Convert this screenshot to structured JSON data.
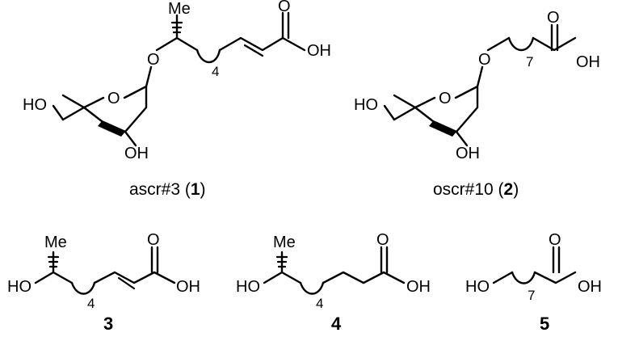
{
  "compounds": [
    {
      "name": "ascr#3",
      "number": "1",
      "atoms": {
        "me": "Me",
        "o_link": "O",
        "o_ring": "O",
        "ho_left": "HO",
        "oh_bottom": "OH",
        "o_carbonyl": "O",
        "oh_acid": "OH",
        "repeat": "4"
      }
    },
    {
      "name": "oscr#10",
      "number": "2",
      "atoms": {
        "o_link": "O",
        "o_ring": "O",
        "ho_left": "HO",
        "oh_bottom": "OH",
        "o_carbonyl": "O",
        "oh_acid": "OH",
        "repeat": "7"
      }
    },
    {
      "number": "3",
      "atoms": {
        "me": "Me",
        "ho": "HO",
        "o_carbonyl": "O",
        "oh_acid": "OH",
        "repeat": "4"
      }
    },
    {
      "number": "4",
      "atoms": {
        "me": "Me",
        "ho": "HO",
        "o_carbonyl": "O",
        "oh_acid": "OH",
        "repeat": "4"
      }
    },
    {
      "number": "5",
      "atoms": {
        "ho": "HO",
        "o_carbonyl": "O",
        "oh_acid": "OH",
        "repeat": "7"
      }
    }
  ],
  "caption_parts": {
    "open": " (",
    "close": ")"
  }
}
